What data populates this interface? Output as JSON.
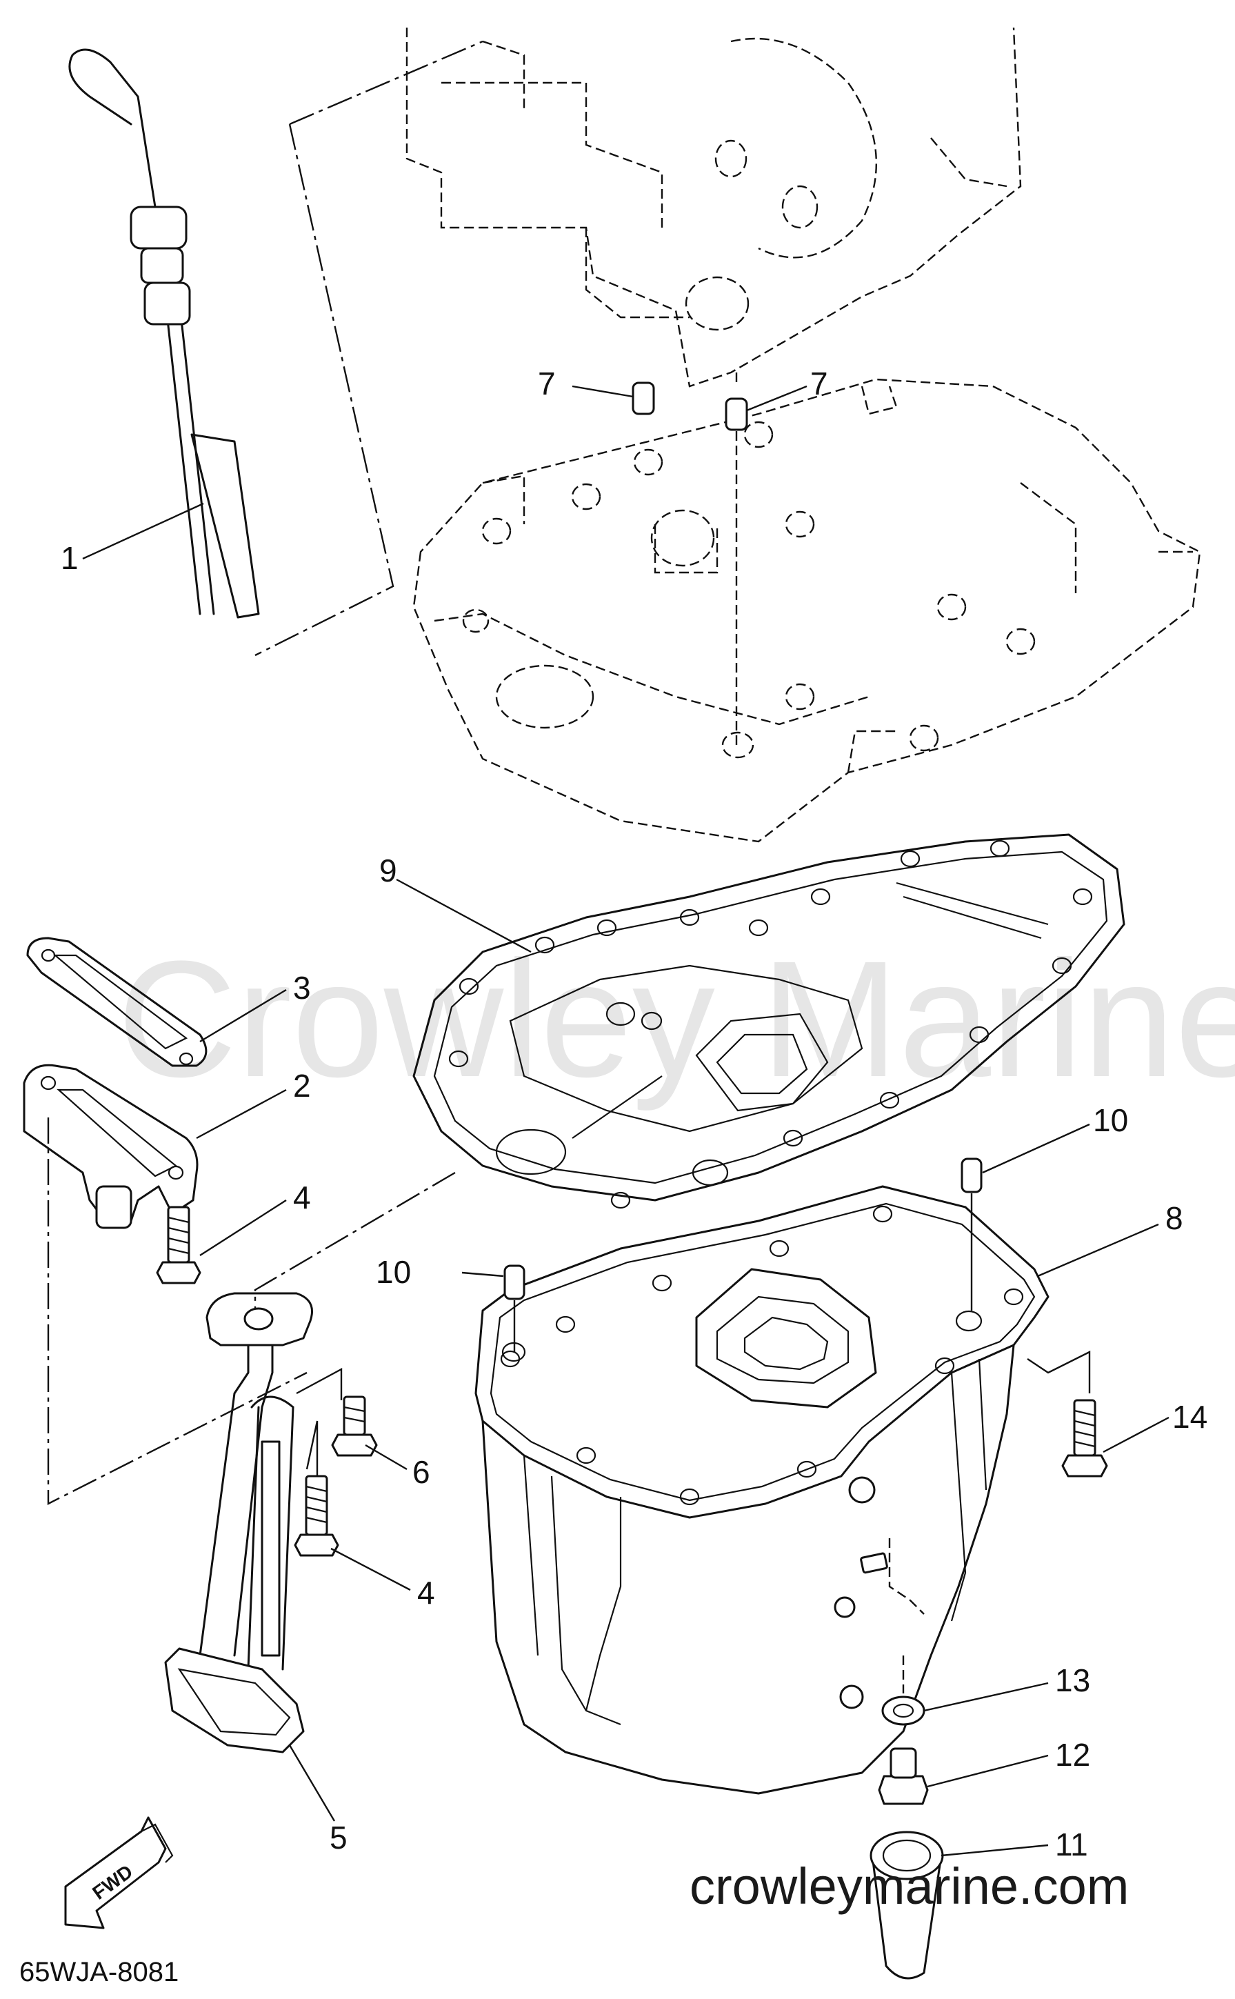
{
  "watermark": {
    "text": "Crowley Marine",
    "url": "crowleymarine.com"
  },
  "diagram_code": "65WJA-8081",
  "direction_marker": {
    "label": "FWD"
  },
  "callouts": [
    {
      "id": "1",
      "label": "1"
    },
    {
      "id": "2",
      "label": "2"
    },
    {
      "id": "3",
      "label": "3"
    },
    {
      "id": "4a",
      "label": "4"
    },
    {
      "id": "4b",
      "label": "4"
    },
    {
      "id": "5",
      "label": "5"
    },
    {
      "id": "6",
      "label": "6"
    },
    {
      "id": "7a",
      "label": "7"
    },
    {
      "id": "7b",
      "label": "7"
    },
    {
      "id": "8",
      "label": "8"
    },
    {
      "id": "9",
      "label": "9"
    },
    {
      "id": "10a",
      "label": "10"
    },
    {
      "id": "10b",
      "label": "10"
    },
    {
      "id": "11",
      "label": "11"
    },
    {
      "id": "12",
      "label": "12"
    },
    {
      "id": "13",
      "label": "13"
    },
    {
      "id": "14",
      "label": "14"
    }
  ]
}
